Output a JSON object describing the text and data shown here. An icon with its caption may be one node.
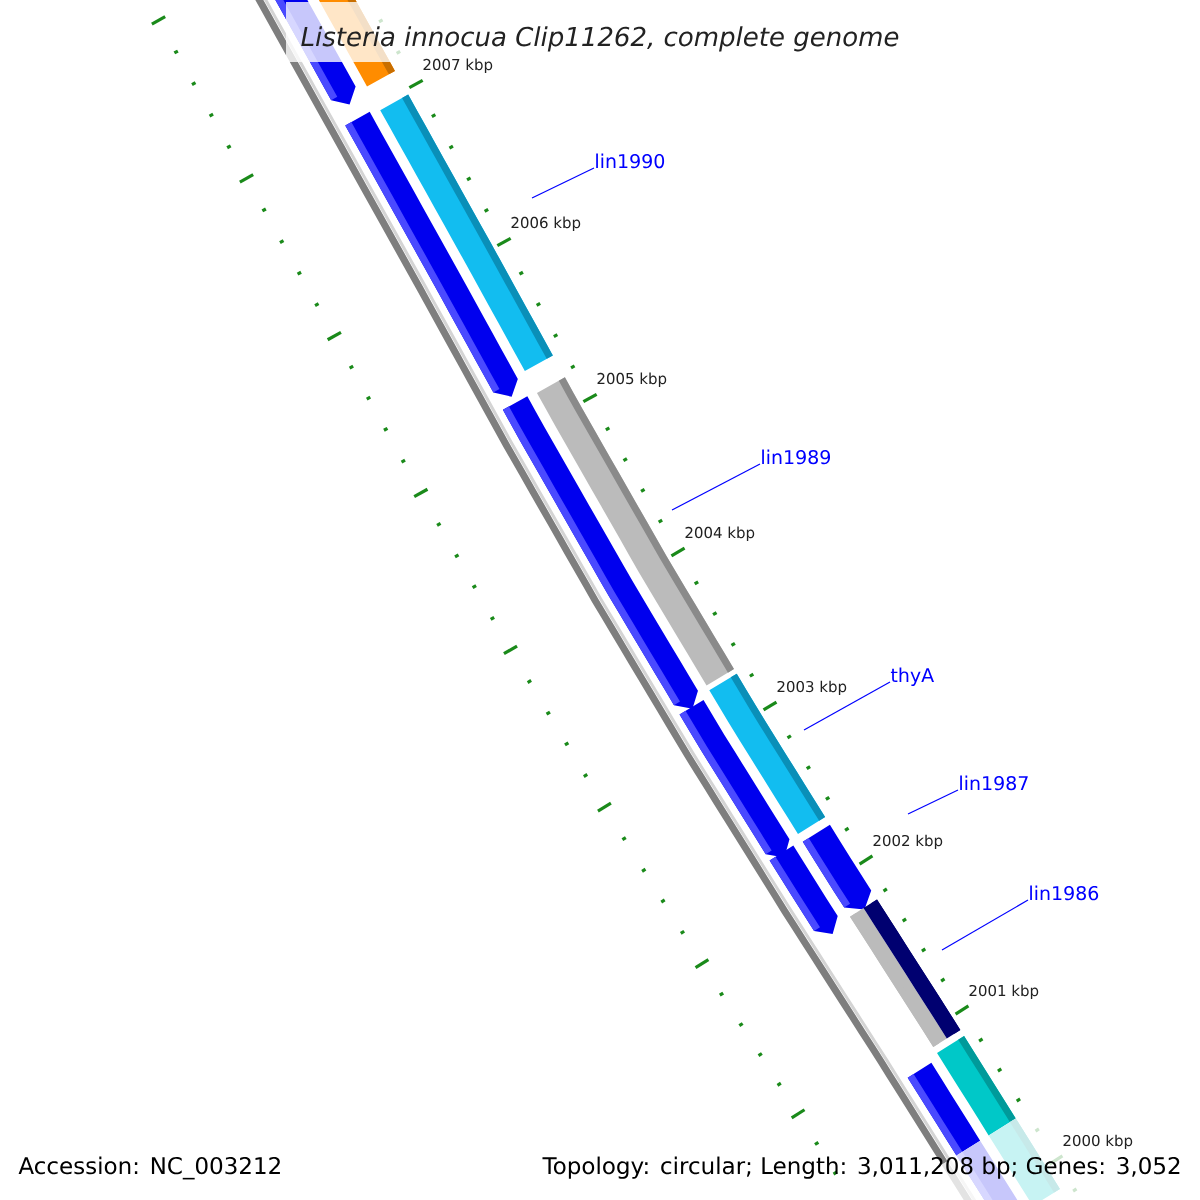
{
  "diagram": {
    "title": "Listeria innocua Clip11262, complete genome",
    "nodes": [
      {
        "text": [
          "lin1990"
        ]
      },
      {
        "text": [
          "lin1989"
        ]
      },
      {
        "text": [
          "thyA"
        ]
      },
      {
        "text": [
          "lin1987"
        ]
      },
      {
        "text": [
          "lin1986"
        ]
      }
    ],
    "edges": [
      {
        "from": 0,
        "to": null,
        "arrow": "none"
      },
      {
        "from": 1,
        "to": null,
        "arrow": "none"
      },
      {
        "from": 2,
        "to": null,
        "arrow": "none"
      },
      {
        "from": 3,
        "to": null,
        "arrow": "none"
      },
      {
        "from": 4,
        "to": null,
        "arrow": "none"
      }
    ],
    "labels": [
      "2007 kbp",
      "2006 kbp",
      "2005 kbp",
      "2004 kbp",
      "2003 kbp",
      "2002 kbp",
      "2001 kbp",
      "2000 kbp",
      "Accession: NC_003212",
      "Topology: circular; Length: 3,011,208 bp; Genes: 3,052"
    ]
  }
}
